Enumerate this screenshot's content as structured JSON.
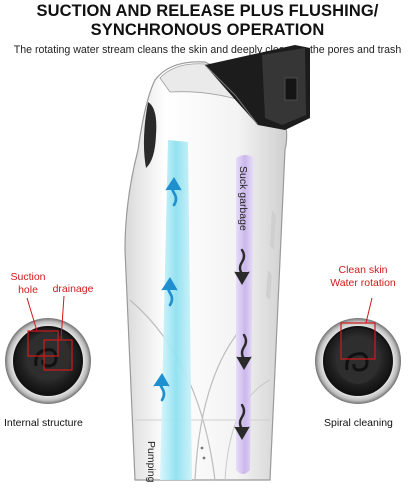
{
  "heading": {
    "line1": "SUCTION AND RELEASE PLUS FLUSHING/",
    "line2": "SYNCHRONOUS OPERATION"
  },
  "subtitle": "The rotating water stream cleans the skin and deeply cleanses the pores and trash",
  "left_callout": {
    "suction_line1": "Suction",
    "suction_line2": "hole",
    "drainage": "drainage",
    "caption": "Internal structure"
  },
  "right_callout": {
    "line1": "Clean skin",
    "line2": "Water rotation",
    "caption": "Spiral cleaning"
  },
  "device": {
    "purple_label": "Suck garbage",
    "blue_label": "Pumping"
  },
  "colors": {
    "title": "#111111",
    "callout_red": "#d11a1a",
    "blue_channel": "#8fe0f0",
    "purple_channel": "#c9b4ec",
    "device_body": "#f4f4f4",
    "nozzle": "#1c1c1c"
  }
}
